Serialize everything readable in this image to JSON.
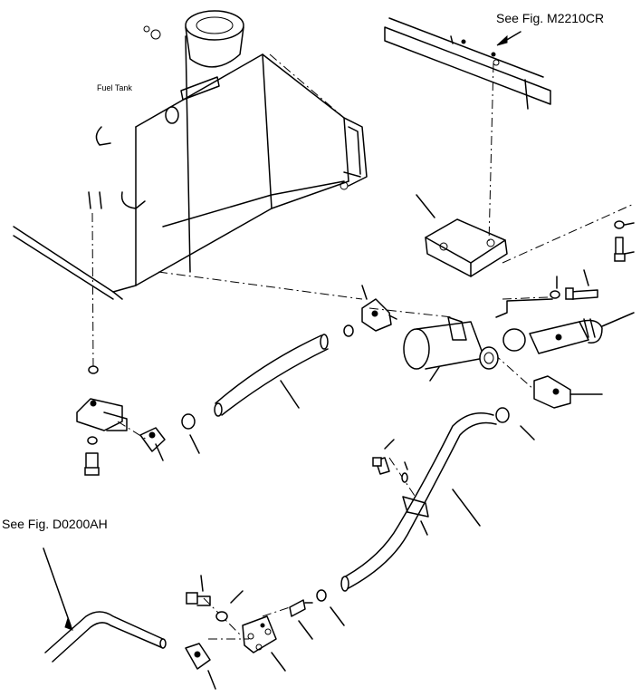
{
  "labels": {
    "see_fig_top": "See Fig. M2210CR",
    "see_fig_left": "See Fig. D0200AH",
    "fuel_tank": "Fuel Tank"
  }
}
